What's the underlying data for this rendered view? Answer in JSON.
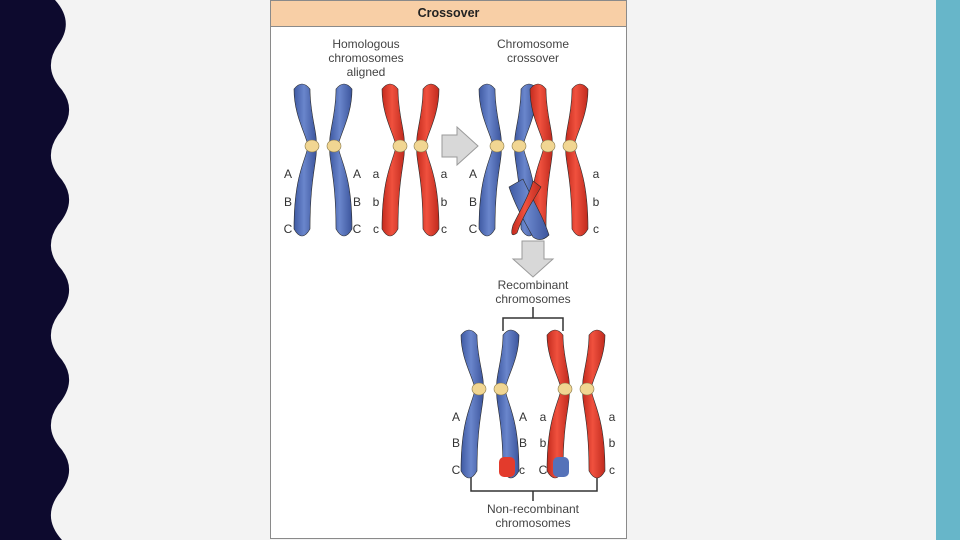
{
  "title": "Crossover",
  "captions": {
    "aligned": [
      "Homologous",
      "chromosomes",
      "aligned"
    ],
    "crossover": [
      "Chromosome",
      "crossover"
    ],
    "recombinant": [
      "Recombinant",
      "chromosomes"
    ],
    "non_recombinant": [
      "Non-recombinant",
      "chromosomes"
    ]
  },
  "alleles": {
    "upper": "A",
    "mid": "B",
    "low": "C",
    "upper_r": "a",
    "mid_r": "b",
    "low_r": "c"
  },
  "colors": {
    "blue": "#5572b9",
    "red": "#e33b2c",
    "centromere": "#f1d692",
    "arrow": "#d8d8d8",
    "accent_stripe": "#67b6c9",
    "title_bar": "#f8cfa6"
  }
}
